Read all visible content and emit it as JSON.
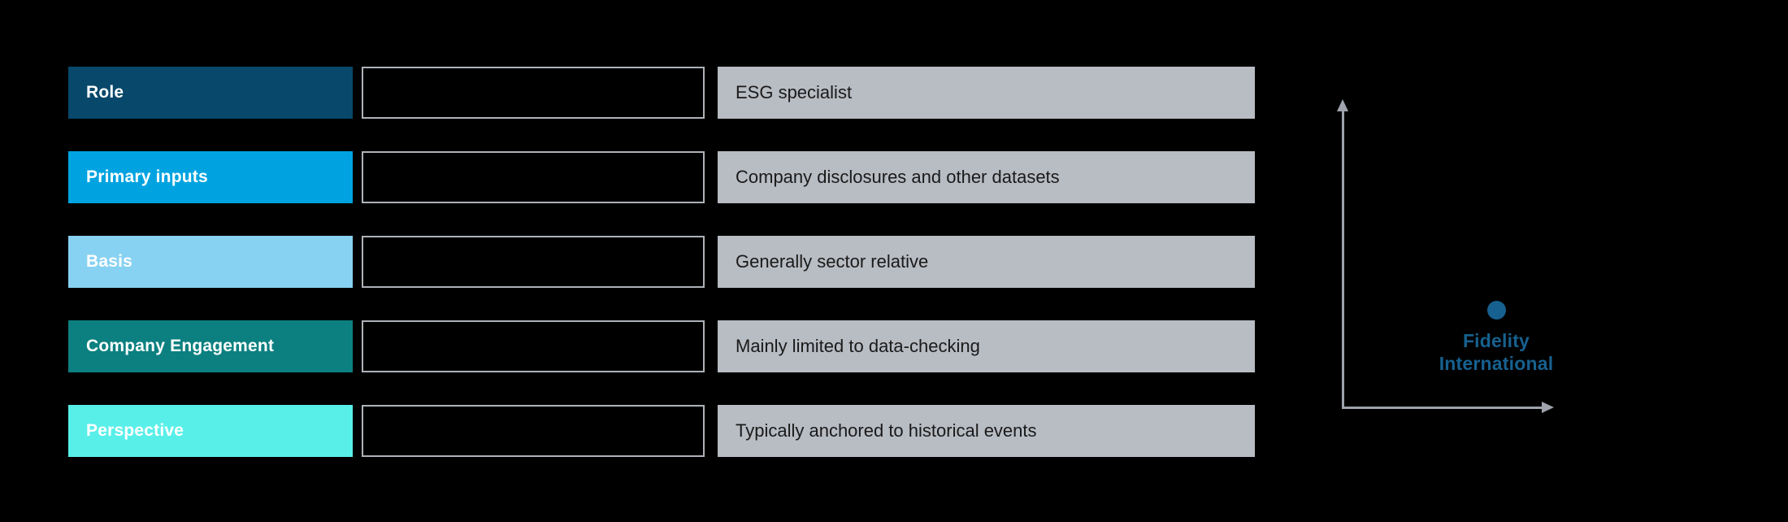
{
  "rows": [
    {
      "label": "Role",
      "value": "ESG specialist",
      "label_bg": "#07486B",
      "label_fg": "#FFFFFF"
    },
    {
      "label": "Primary inputs",
      "value": "Company disclosures and other datasets",
      "label_bg": "#00A3E0",
      "label_fg": "#FFFFFF"
    },
    {
      "label": "Basis",
      "value": "Generally sector relative",
      "label_bg": "#87D2F2",
      "label_fg": "#FFFFFF"
    },
    {
      "label": "Company Engagement",
      "value": "Mainly limited to data-checking",
      "label_bg": "#0C8080",
      "label_fg": "#FFFFFF"
    },
    {
      "label": "Perspective",
      "value": "Typically anchored to historical events",
      "label_bg": "#58EFE9",
      "label_fg": "#FFFFFF"
    }
  ],
  "logo": {
    "line1": "Fidelity",
    "line2": "International",
    "color": "#16618F"
  },
  "colors": {
    "background": "#000000",
    "value_bg": "#B8BCC3",
    "value_fg": "#1A1A1A",
    "empty_box_border": "#AEB2B8",
    "axis": "#9EA3AC"
  }
}
